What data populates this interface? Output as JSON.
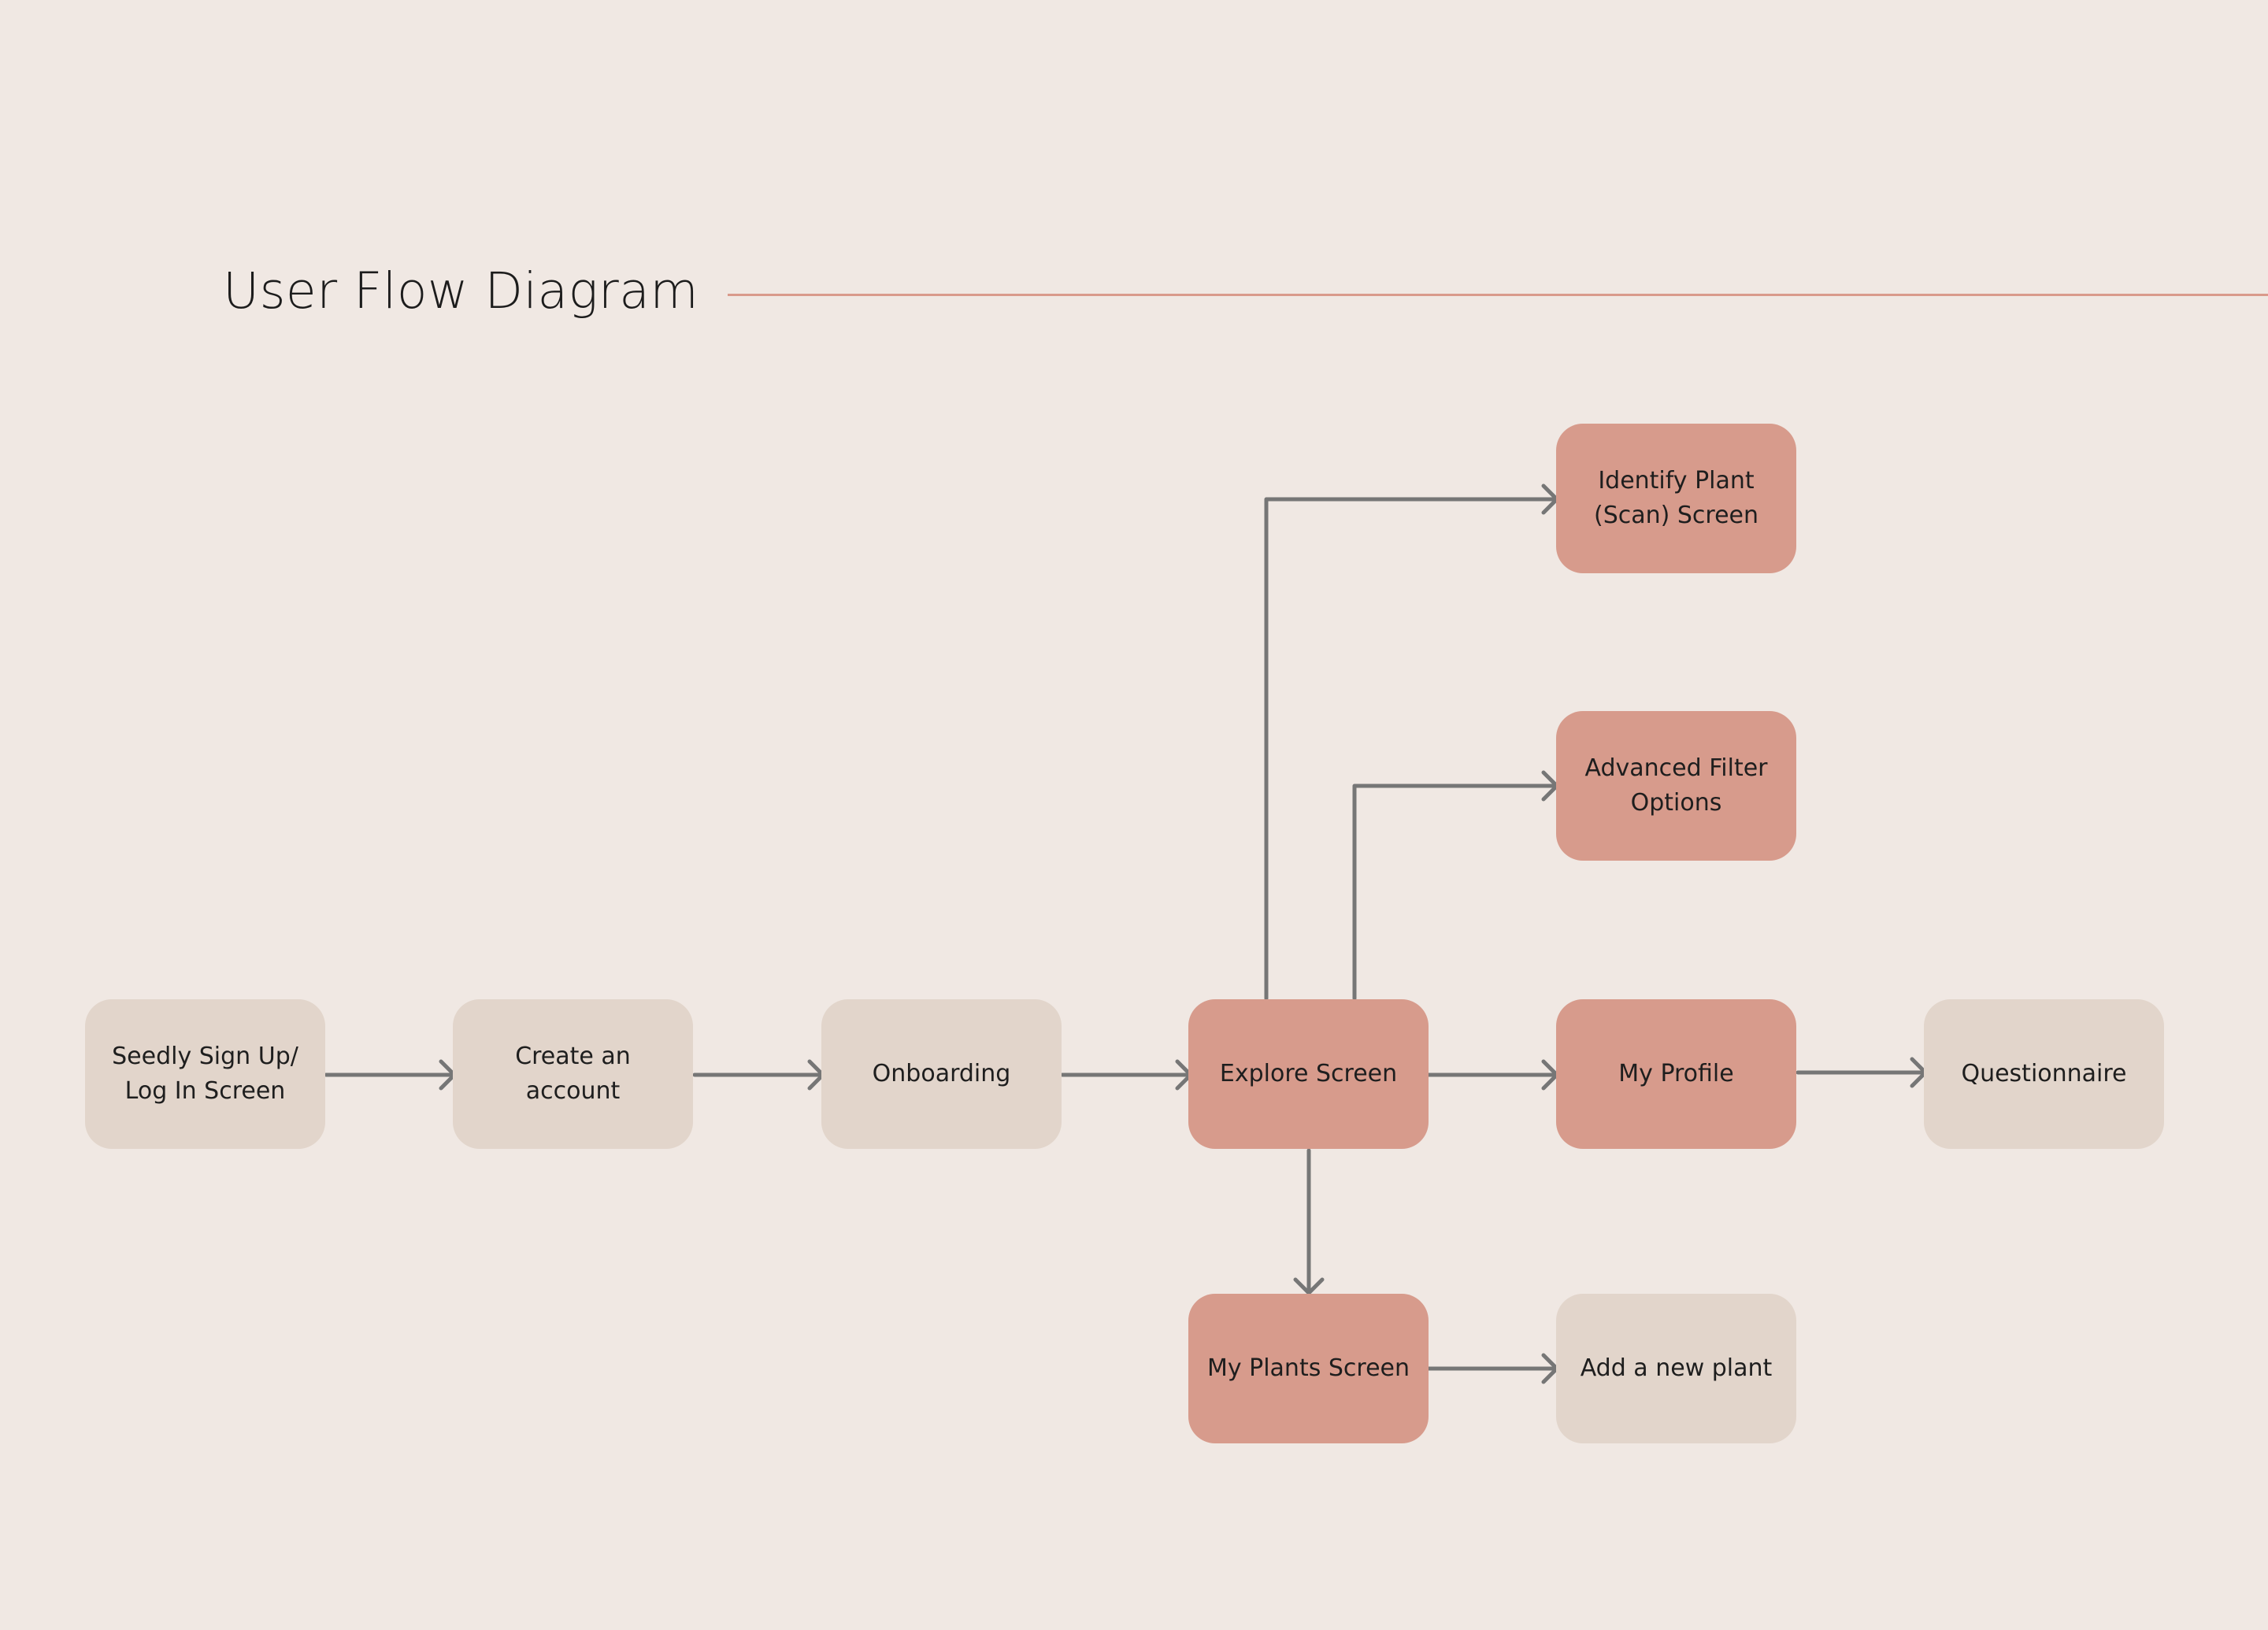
{
  "title": "User Flow Diagram",
  "colors": {
    "background": "#f0e8e3",
    "neutral_node": "#e2d5cb",
    "accent_node": "#d79b8c",
    "title_rule": "#d99a8b",
    "arrow": "#767676"
  },
  "nodes": {
    "signup": {
      "label": "Seedly Sign Up/\nLog In Screen",
      "style": "neutral"
    },
    "create_account": {
      "label": "Create an\naccount",
      "style": "neutral"
    },
    "onboarding": {
      "label": "Onboarding",
      "style": "neutral"
    },
    "explore": {
      "label": "Explore Screen",
      "style": "accent"
    },
    "identify": {
      "label": "Identify Plant\n(Scan) Screen",
      "style": "accent"
    },
    "filter": {
      "label": "Advanced Filter\nOptions",
      "style": "accent"
    },
    "profile": {
      "label": "My Profile",
      "style": "accent"
    },
    "questionnaire": {
      "label": "Questionnaire",
      "style": "neutral"
    },
    "my_plants": {
      "label": "My Plants Screen",
      "style": "accent"
    },
    "add_plant": {
      "label": "Add a new plant",
      "style": "neutral"
    }
  },
  "edges": [
    {
      "from": "signup",
      "to": "create_account"
    },
    {
      "from": "create_account",
      "to": "onboarding"
    },
    {
      "from": "onboarding",
      "to": "explore"
    },
    {
      "from": "explore",
      "to": "identify"
    },
    {
      "from": "explore",
      "to": "filter"
    },
    {
      "from": "explore",
      "to": "profile"
    },
    {
      "from": "profile",
      "to": "questionnaire"
    },
    {
      "from": "explore",
      "to": "my_plants"
    },
    {
      "from": "my_plants",
      "to": "add_plant"
    }
  ]
}
